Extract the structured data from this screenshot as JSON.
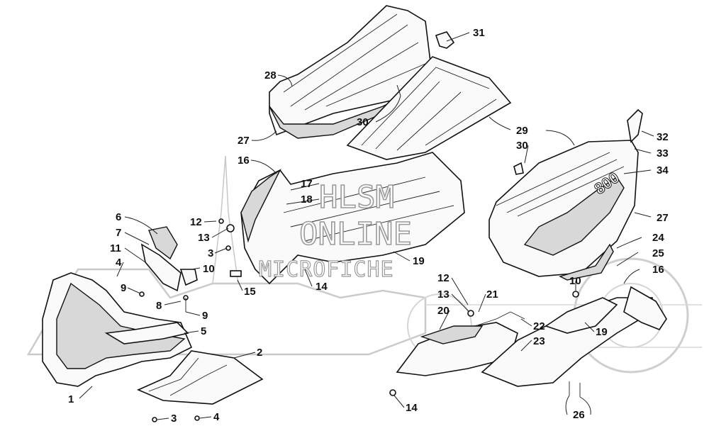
{
  "watermark": {
    "line1": "HLSM",
    "line2": "ONLINE",
    "line3": "MICROFICHE"
  },
  "decal_text": "800",
  "callouts": [
    {
      "id": "c31",
      "text": "31"
    },
    {
      "id": "c28",
      "text": "28"
    },
    {
      "id": "c30a",
      "text": "30"
    },
    {
      "id": "c27a",
      "text": "27"
    },
    {
      "id": "c16a",
      "text": "16"
    },
    {
      "id": "c17",
      "text": "17"
    },
    {
      "id": "c18",
      "text": "18"
    },
    {
      "id": "c29",
      "text": "29"
    },
    {
      "id": "c32",
      "text": "32"
    },
    {
      "id": "c30b",
      "text": "30"
    },
    {
      "id": "c33",
      "text": "33"
    },
    {
      "id": "c34",
      "text": "34"
    },
    {
      "id": "c27b",
      "text": "27"
    },
    {
      "id": "c24",
      "text": "24"
    },
    {
      "id": "c25",
      "text": "25"
    },
    {
      "id": "c16b",
      "text": "16"
    },
    {
      "id": "c6",
      "text": "6"
    },
    {
      "id": "c7",
      "text": "7"
    },
    {
      "id": "c11",
      "text": "11"
    },
    {
      "id": "c4a",
      "text": "4"
    },
    {
      "id": "c9a",
      "text": "9"
    },
    {
      "id": "c10a",
      "text": "10"
    },
    {
      "id": "c12a",
      "text": "12"
    },
    {
      "id": "c13a",
      "text": "13"
    },
    {
      "id": "c3a",
      "text": "3"
    },
    {
      "id": "c15",
      "text": "15"
    },
    {
      "id": "c14a",
      "text": "14"
    },
    {
      "id": "c19a",
      "text": "19"
    },
    {
      "id": "c8",
      "text": "8"
    },
    {
      "id": "c9b",
      "text": "9"
    },
    {
      "id": "c5",
      "text": "5"
    },
    {
      "id": "c12b",
      "text": "12"
    },
    {
      "id": "c13b",
      "text": "13"
    },
    {
      "id": "c21",
      "text": "21"
    },
    {
      "id": "c20",
      "text": "20"
    },
    {
      "id": "c10b",
      "text": "10"
    },
    {
      "id": "c22",
      "text": "22"
    },
    {
      "id": "c23",
      "text": "23"
    },
    {
      "id": "c19b",
      "text": "19"
    },
    {
      "id": "c2",
      "text": "2"
    },
    {
      "id": "c1",
      "text": "1"
    },
    {
      "id": "c3b",
      "text": "3"
    },
    {
      "id": "c4b",
      "text": "4"
    },
    {
      "id": "c14b",
      "text": "14"
    },
    {
      "id": "c26",
      "text": "26"
    }
  ]
}
